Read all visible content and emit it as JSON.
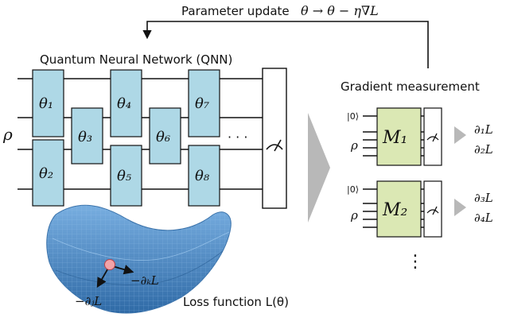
{
  "update": {
    "label": "Parameter update",
    "formula": "θ → θ − η∇L"
  },
  "qnn": {
    "title": "Quantum Neural Network (QNN)",
    "input_state": "ρ",
    "ellipsis": "· · ·",
    "gates": [
      {
        "name": "gate-theta-1",
        "label": "θ₁"
      },
      {
        "name": "gate-theta-2",
        "label": "θ₂"
      },
      {
        "name": "gate-theta-3",
        "label": "θ₃"
      },
      {
        "name": "gate-theta-4",
        "label": "θ₄"
      },
      {
        "name": "gate-theta-5",
        "label": "θ₅"
      },
      {
        "name": "gate-theta-6",
        "label": "θ₆"
      },
      {
        "name": "gate-theta-7",
        "label": "θ₇"
      },
      {
        "name": "gate-theta-8",
        "label": "θ₈"
      }
    ]
  },
  "gradient": {
    "title": "Gradient measurement",
    "blocks": [
      {
        "ket": "|0⟩",
        "rho": "ρ",
        "gate": "M₁",
        "out1": "∂₁L",
        "out2": "∂₂L"
      },
      {
        "ket": "|0⟩",
        "rho": "ρ",
        "gate": "M₂",
        "out1": "∂₃L",
        "out2": "∂₄L"
      }
    ],
    "ellipsis": "⋮"
  },
  "loss": {
    "label": "Loss function L(θ)",
    "grad_j": "−∂ⱼL",
    "grad_k": "−∂ₖL"
  },
  "colors": {
    "qnn_gate": "#aed8e6",
    "measure_gate": "#dbe8b4",
    "surface": "#4a86c0",
    "point": "#f4a3a8",
    "arrow_big": "#b8b8b8"
  }
}
